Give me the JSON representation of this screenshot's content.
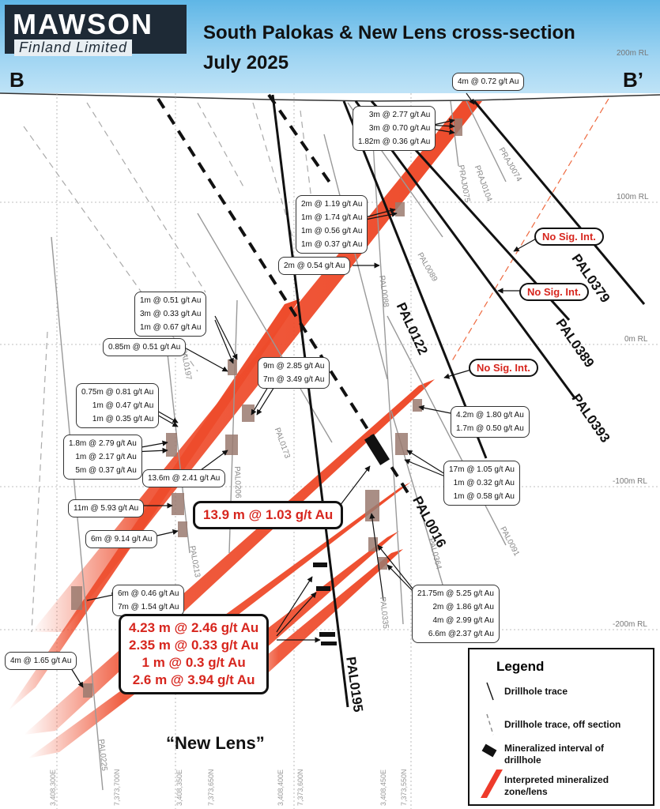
{
  "logo": {
    "main": "MAWSON",
    "sub": "Finland Limited"
  },
  "title": {
    "line1": "South Palokas & New Lens cross-section",
    "line2": "July 2025"
  },
  "section_ends": {
    "left": "B",
    "right": "B’"
  },
  "rl_labels": [
    "200m RL",
    "100m RL",
    "0m RL",
    "-100m RL",
    "-200m RL"
  ],
  "coords": [
    "3,408,300E",
    "7,373,700N",
    "3,408,350E",
    "7,373,650N",
    "3,408,400E",
    "7,373,600N",
    "3,408,450E",
    "7,373,550N"
  ],
  "drillholes": {
    "main": [
      "PAL0379",
      "PAL0389",
      "PAL0393",
      "PAL0122",
      "PAL0016",
      "PAL0195"
    ],
    "minor": [
      "PRAJ0074",
      "PRAJ0104",
      "PRAJ0075",
      "PAL0089",
      "PAL0088",
      "PAL0197",
      "PAL0173",
      "PAL0206",
      "PAL0213",
      "PAL0364",
      "PAL0091",
      "PAL0335",
      "PAL0225"
    ]
  },
  "intercepts": {
    "a": [
      "4m @ 0.72 g/t Au"
    ],
    "b": [
      "3m @ 2.77 g/t Au",
      "3m @ 0.70 g/t Au",
      "1.82m @ 0.36 g/t Au"
    ],
    "c": [
      "2m @ 1.19 g/t Au",
      "1m @ 1.74 g/t Au",
      "1m @ 0.56 g/t Au",
      "1m @ 0.37 g/t Au"
    ],
    "d": [
      "2m @ 0.54 g/t Au"
    ],
    "e": [
      "1m @ 0.51 g/t Au",
      "3m @ 0.33 g/t Au",
      "1m @ 0.67 g/t Au"
    ],
    "f": [
      "0.85m @ 0.51 g/t Au"
    ],
    "g": [
      "9m @ 2.85 g/t Au",
      "7m @ 3.49 g/t Au"
    ],
    "h": [
      "0.75m @ 0.81 g/t Au",
      "1m @ 0.47 g/t Au",
      "1m @ 0.35 g/t Au"
    ],
    "i": [
      "1.8m @ 2.79 g/t Au",
      "1m @ 2.17 g/t Au",
      "5m @ 0.37 g/t Au"
    ],
    "j": [
      "13.6m @ 2.41 g/t Au"
    ],
    "k": [
      "11m @ 5.93 g/t Au"
    ],
    "l": [
      "6m @ 9.14 g/t Au"
    ],
    "m": [
      "6m @ 0.46 g/t Au",
      "7m @ 1.54 g/t Au"
    ],
    "n": [
      "4m @ 1.65 g/t Au"
    ],
    "o": [
      "4.2m @ 1.80 g/t Au",
      "1.7m @ 0.50 g/t Au"
    ],
    "p": [
      "17m @ 1.05 g/t Au",
      "1m @ 0.32 g/t Au",
      "1m @ 0.58 g/t Au"
    ],
    "q": [
      "21.75m @ 5.25 g/t Au",
      "2m @ 1.86 g/t Au",
      "4m @ 2.99 g/t Au",
      "6.6m @2.37 g/t Au"
    ]
  },
  "highlight_pal0016": "13.9 m @ 1.03 g/t Au",
  "highlight_pal0195": [
    "4.23 m @ 2.46 g/t Au",
    "2.35 m @ 0.33 g/t Au",
    "1 m @ 0.3 g/t Au",
    "2.6 m @ 3.94 g/t Au"
  ],
  "no_sig": "No Sig. Int.",
  "new_lens": "“New Lens”",
  "legend": {
    "title": "Legend",
    "items": [
      "Drillhole trace",
      "Drillhole trace, off section",
      "Mineralized interval of drillhole",
      "Interpreted mineralized zone/lens"
    ]
  },
  "colors": {
    "lens": "#ee4b2b",
    "header": "#7cc4ec",
    "highlight": "#d7261e"
  }
}
